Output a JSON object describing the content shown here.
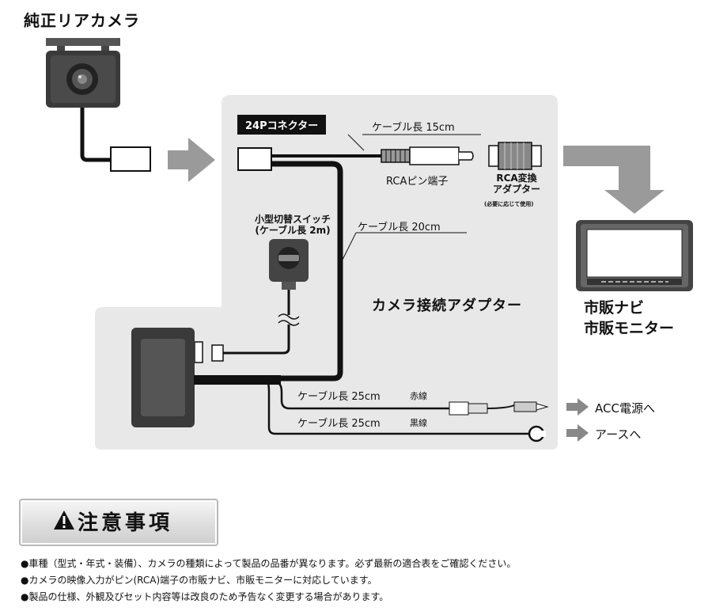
{
  "title": "純正リアカメラ",
  "connector_label": "24Pコネクター",
  "cable_15": "ケーブル長 15cm",
  "rca_pin": "RCAピン端子",
  "rca_adapter": [
    "RCA変換",
    "アダプター"
  ],
  "rca_adapter_note": "(必要に応じて使用)",
  "switch_label": [
    "小型切替スイッチ",
    "(ケーブル長 2m)"
  ],
  "cable_20": "ケーブル長 20cm",
  "adapter_name": "カメラ接続アダプター",
  "monitor_label": [
    "市販ナビ",
    "市販モニター"
  ],
  "cable_red": "ケーブル長 25cm",
  "red_wire": "赤線",
  "cable_black": "ケーブル長 25cm",
  "black_wire": "黒線",
  "acc": "ACC電源へ",
  "earth": "アースへ",
  "notice_title": "注意事項",
  "notes": [
    "●車種（型式・年式・装備）、カメラの種類によって製品の品番が異なります。必ず最新の適合表をご確認ください。",
    "●カメラの映像入力がピン(RCA)端子の市販ナビ、市販モニターに対応しています。",
    "●製品の仕様、外観及びセット内容等は改良のため予告なく変更する場合があります。"
  ],
  "colors": {
    "panel": "#e8e8e8",
    "arrow": "#9a9a9a",
    "wire": "#111111"
  }
}
